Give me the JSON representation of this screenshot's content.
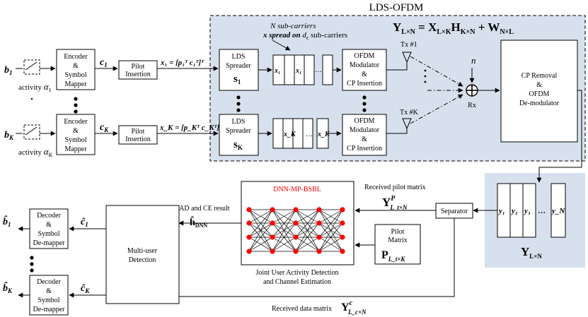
{
  "title": "LDS-OFDM",
  "equation": {
    "Y": "Y",
    "Y_sub": "L×N",
    "X": "X",
    "X_sub": "L×K",
    "H": "H",
    "H_sub": "K×N",
    "W": "W",
    "W_sub": "N×L",
    "eq": "=",
    "plus": "+"
  },
  "annot": {
    "subcarriers_line1": "N sub-carriers",
    "subcarriers_line2_a": "x spread on ",
    "subcarriers_line2_b": "d",
    "subcarriers_line2_c": "c",
    "subcarriers_line2_d": " sub-carriers"
  },
  "users": [
    {
      "b": "b",
      "b_sub": "1",
      "activity": "activity",
      "alpha": "α",
      "alpha_sub": "1",
      "encoder": [
        "Encoder",
        "&",
        "Symbol",
        "Mapper"
      ],
      "c": "c",
      "c_sub": "1",
      "pilot": [
        "Pilot",
        "Insertion"
      ],
      "x_expr": "x₁ = [p₁ᵀ c₁ᵀ]ᵀ",
      "lds": [
        "LDS",
        "Spreader"
      ],
      "s": "s",
      "s_sub": "1",
      "cell_a": "x₁",
      "cell_b": "x₁",
      "ofdm": [
        "OFDM",
        "Modulator",
        "&",
        "CP Insertion"
      ],
      "tx": "Tx #1"
    },
    {
      "b": "b",
      "b_sub": "K",
      "activity": "activity",
      "alpha": "α",
      "alpha_sub": "K",
      "encoder": [
        "Encoder",
        "&",
        "Symbol",
        "Mapper"
      ],
      "c": "c",
      "c_sub": "K",
      "pilot": [
        "Pilot",
        "Insertion"
      ],
      "x_expr": "x_K = [p_Kᵀ c_Kᵀ]ᵀ",
      "lds": [
        "LDS",
        "Spreader"
      ],
      "s": "s",
      "s_sub": "K",
      "cell_a": "x_K",
      "cell_b": "x_K",
      "ofdm": [
        "OFDM",
        "Modulator",
        "&",
        "CP Insertion"
      ],
      "tx": "Tx #K"
    }
  ],
  "noise": "n",
  "rx": "Rx",
  "cp_removal": [
    "CP Removal",
    "&",
    "OFDM",
    "De-modulator"
  ],
  "y_vectors": [
    "y₁",
    "y₂",
    "y₃",
    "…",
    "y_N"
  ],
  "y_matrix": {
    "Y": "Y",
    "sub": "L×N"
  },
  "separator": "Separator",
  "received_pilot": {
    "label": "Received pilot matrix",
    "Y": "Y",
    "sup": "P",
    "sub": "L_t×N"
  },
  "dnn_title": "DNN-MP-BSBL",
  "dnn_caption": [
    "Joint User Activity Detection",
    "and Channel Estimation"
  ],
  "pilot_matrix": {
    "lines": [
      "Pilot",
      "Matrix"
    ],
    "P": "P",
    "sub": "L_t×K"
  },
  "joint_result": {
    "label": "Joint UAD and CE result",
    "h": "ĥ",
    "sub": "DNN"
  },
  "multi_user": [
    "Multi-user",
    "Detection"
  ],
  "decoders": [
    {
      "lines": [
        "Decoder",
        "&",
        "Symbol",
        "De-mapper"
      ],
      "chat": "ĉ",
      "chat_sub": "1",
      "bhat": "b̂",
      "bhat_sub": "1"
    },
    {
      "lines": [
        "Decoder",
        "&",
        "Symbol",
        "De-mapper"
      ],
      "chat": "ĉ",
      "chat_sub": "K",
      "bhat": "b̂",
      "bhat_sub": "K"
    }
  ],
  "received_data": {
    "label": "Received data matrix",
    "Y": "Y",
    "sup": "c",
    "sub": "L_c×N"
  },
  "colors": {
    "panel": "#d7e1ee",
    "node": "#ff0000",
    "dnn_title": "#ff0000"
  }
}
